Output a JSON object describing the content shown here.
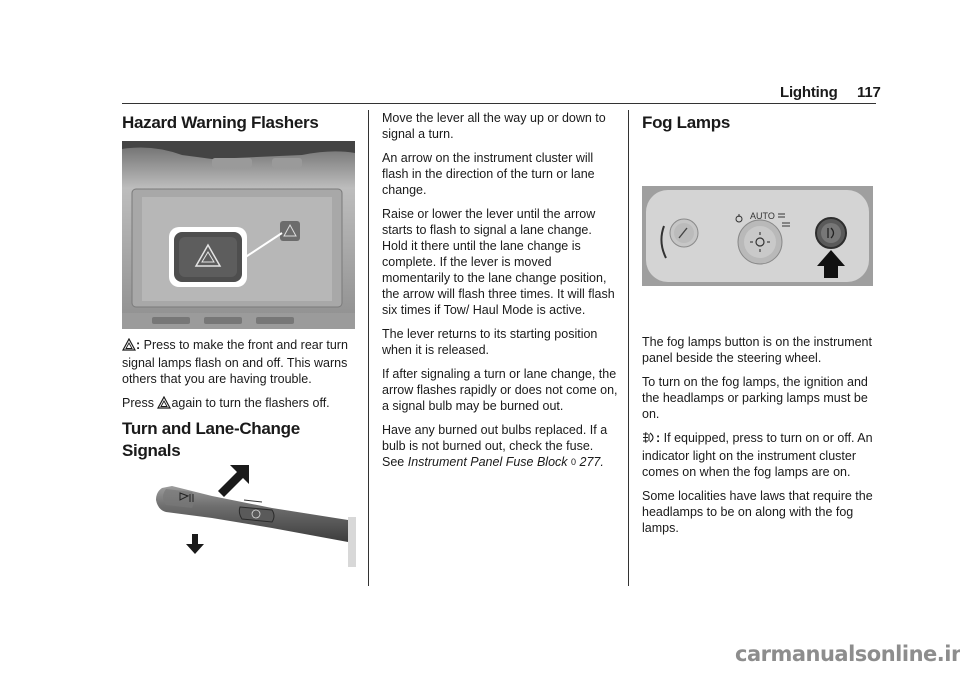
{
  "header": {
    "section": "Lighting",
    "page_number": "117"
  },
  "hazard": {
    "title": "Hazard Warning Flashers",
    "para1_label": ":",
    "para1_text": "Press to make the front and rear turn signal lamps flash on and off. This warns others that you are having trouble.",
    "para2_before": "Press",
    "para2_after": "again to turn the flashers off."
  },
  "turn": {
    "title": "Turn and Lane-Change Signals",
    "p1": "Move the lever all the way up or down to signal a turn.",
    "p2": "An arrow on the instrument cluster will flash in the direction of the turn or lane change.",
    "p3": "Raise or lower the lever until the arrow starts to flash to signal a lane change. Hold it there until the lane change is complete. If the lever is moved momentarily to the lane change position, the arrow will flash three times. It will flash six times if Tow/ Haul Mode is active.",
    "p4": "The lever returns to its starting position when it is released.",
    "p5": "If after signaling a turn or lane change, the arrow flashes rapidly or does not come on, a signal bulb may be burned out.",
    "p6": "Have any burned out bulbs replaced. If a bulb is not burned out, check the fuse. See",
    "p6_link": "Instrument Panel Fuse Block",
    "p6_ref": "277",
    "ref_symbol": "0"
  },
  "fog": {
    "title": "Fog Lamps",
    "panel_auto": "AUTO",
    "p1": "The fog lamps button is on the instrument panel beside the steering wheel.",
    "p2": "To turn on the fog lamps, the ignition and the headlamps or parking lamps must be on.",
    "p3_label": ":",
    "p3_text": "If equipped, press to turn on or off. An indicator light on the instrument cluster comes on when the fog lamps are on.",
    "p4": "Some localities have laws that require the headlamps to be on along with the fog lamps."
  },
  "watermark": "carmanualsonline.info",
  "icons": [
    "hazard-triangle-icon",
    "fog-lamp-icon",
    "reference-symbol-icon"
  ]
}
